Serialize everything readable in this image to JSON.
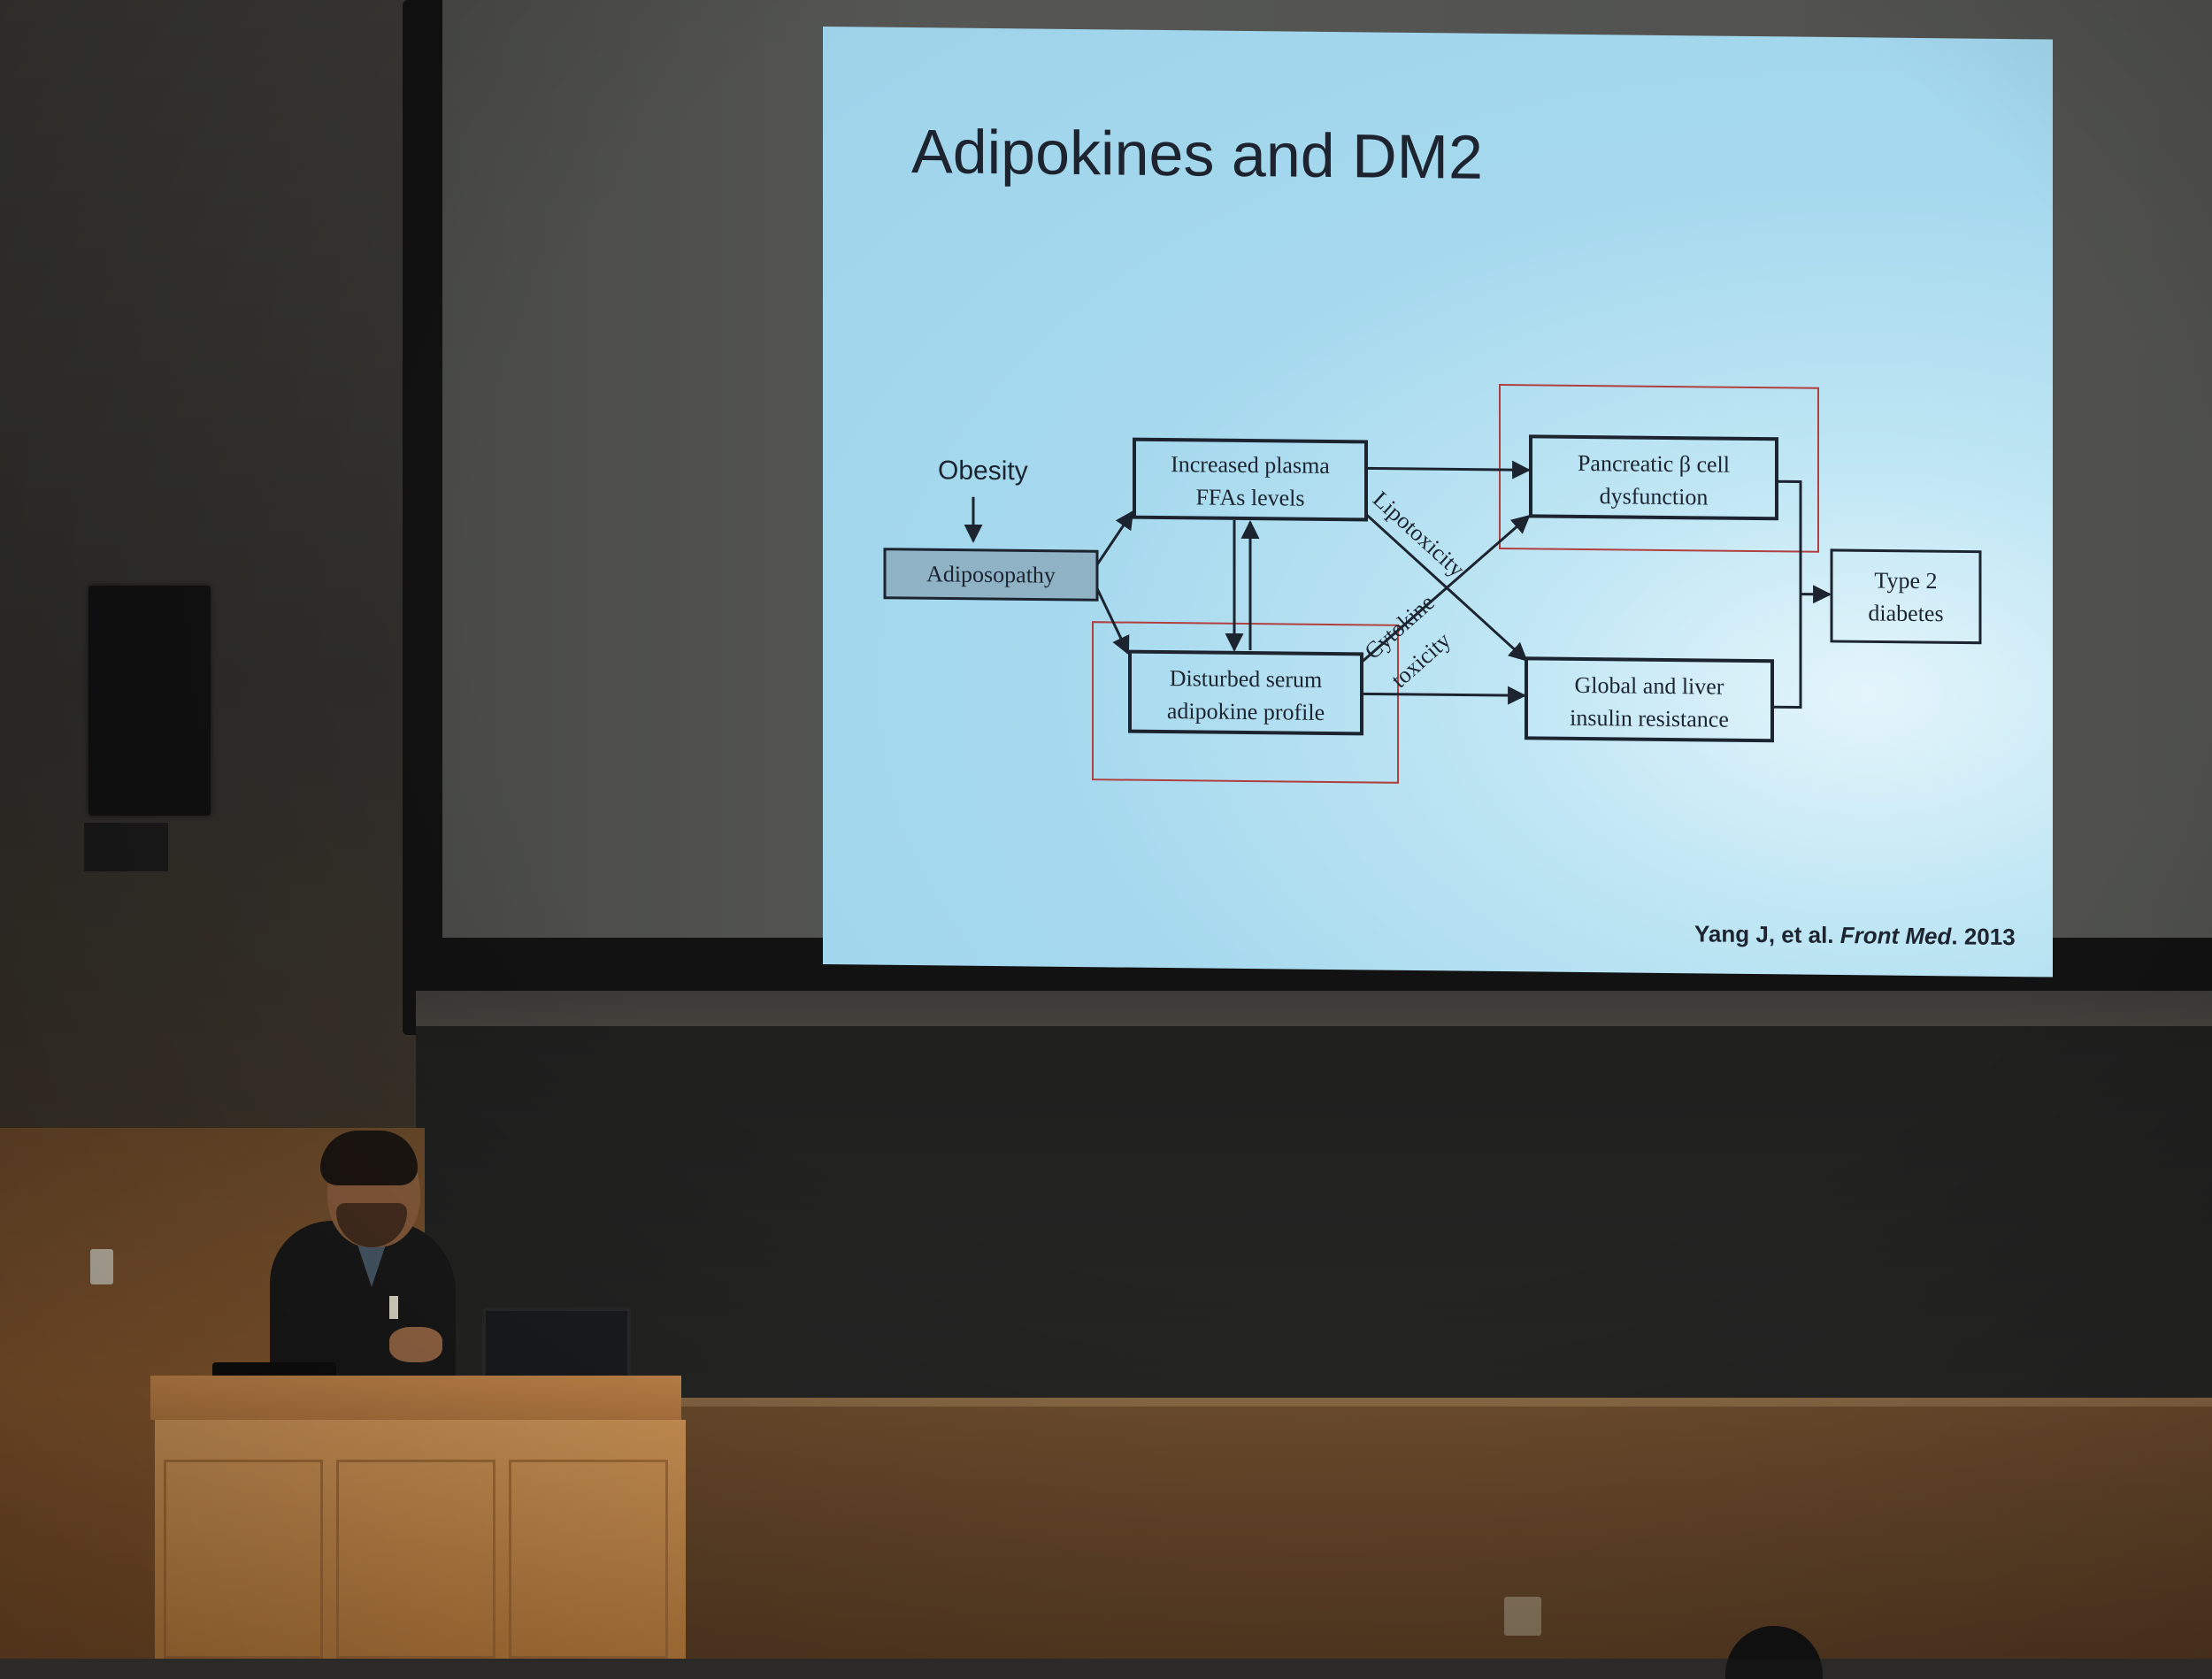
{
  "slide": {
    "title": "Adipokines and DM2",
    "citation_prefix": "Yang J, et al. ",
    "citation_journal": "Front Med",
    "citation_suffix": ". 2013"
  },
  "diagram": {
    "obesity": "Obesity",
    "adiposopathy": "Adiposopathy",
    "ffa_line1": "Increased plasma",
    "ffa_line2": "FFAs levels",
    "adipokine_line1": "Disturbed serum",
    "adipokine_line2": "adipokine profile",
    "beta_line1": "Pancreatic β cell",
    "beta_line2": "dysfunction",
    "insulin_line1": "Global and liver",
    "insulin_line2": "insulin resistance",
    "t2d_line1": "Type 2",
    "t2d_line2": "diabetes",
    "lipotoxicity": "Lipotoxicity",
    "cytokine_line1": "Cytokine",
    "cytokine_line2": "toxicity"
  },
  "colors": {
    "slide_background": "#a6d9ee",
    "diagram_ink": "#1c2430",
    "highlight_red": "#b04040",
    "adiposopathy_fill": "#8fb3c5"
  }
}
